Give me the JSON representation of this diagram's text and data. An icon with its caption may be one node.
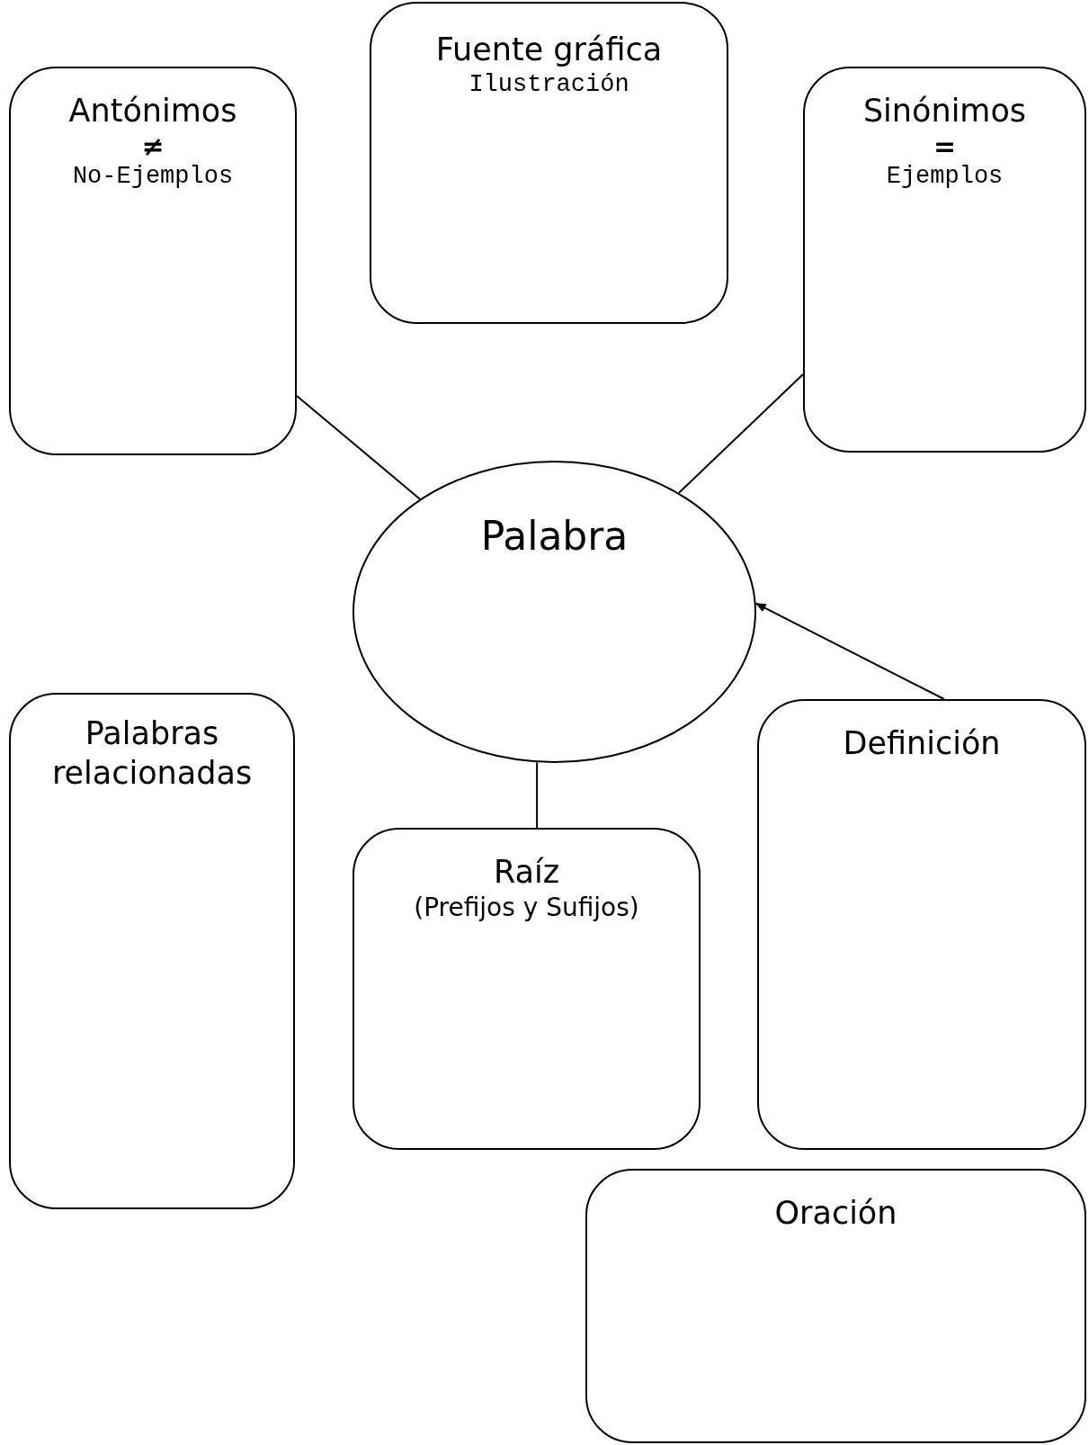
{
  "diagram": {
    "nodes": [
      {
        "text": [
          "Fuente gráfica",
          "Ilustración"
        ]
      },
      {
        "text": [
          "Antónimos",
          "≠",
          "No-Ejemplos"
        ]
      },
      {
        "text": [
          "Sinónimos",
          "=",
          "Ejemplos"
        ]
      },
      {
        "text": [
          "Palabra"
        ]
      },
      {
        "text": [
          "Palabras relacionadas"
        ]
      },
      {
        "text": [
          "Definición"
        ]
      },
      {
        "text": [
          "Raíz",
          "(Prefijos y Sufijos)"
        ]
      },
      {
        "text": [
          "Oración"
        ]
      }
    ],
    "edges": [
      {
        "from": 1,
        "to": 3,
        "arrow": "none"
      },
      {
        "from": 2,
        "to": 3,
        "arrow": "none"
      },
      {
        "from": 5,
        "to": 3,
        "arrow": "to"
      },
      {
        "from": 3,
        "to": 6,
        "arrow": "none"
      }
    ]
  }
}
